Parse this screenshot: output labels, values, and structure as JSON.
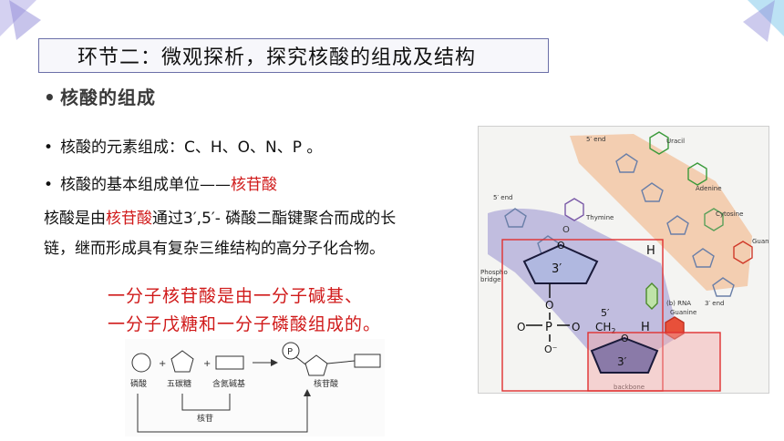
{
  "slide": {
    "title": "环节二：微观探析，探究核酸的组成及结构",
    "heading": "核酸的组成",
    "bullet_1": "核酸的元素组成：C、H、O、N、P 。",
    "bullet_2_prefix": "核酸的基本组成单位——",
    "bullet_2_highlight": "核苷酸",
    "para_prefix": "核酸是由",
    "para_highlight": "核苷酸",
    "para_suffix": "通过3′,5′- 磷酸二酯键聚合而成的长",
    "para_line2": "链，继而形成具有复杂三维结构的高分子化合物。",
    "red_line_1": "一分子核苷酸是由一分子碱基、",
    "red_line_2": "一分子戊糖和一分子磷酸组成的。"
  },
  "nucleotide_diagram": {
    "phosphate_label": "磷酸",
    "sugar_label": "五碳糖",
    "base_label": "含氮碱基",
    "nucleotide_label": "核苷酸",
    "nucleoside_label": "核苷",
    "p_symbol": "P",
    "plus_1": "+",
    "plus_2": "+"
  },
  "dna_figure": {
    "end_5_top": "5′ end",
    "end_5_left": "5′ end",
    "end_3": "3′ end",
    "uracil": "Uracil",
    "adenine": "Adenine",
    "thymine": "Thymine",
    "cytosine": "Cytosine",
    "guanine": "Guanine",
    "guanine_2": "Guanine",
    "rna": "(b) RNA",
    "phospho_label": "Phospho",
    "bridge_label": "bridge",
    "backbone": "backbone",
    "sugar_3prime_upper": "3′",
    "sugar_3prime_lower": "3′",
    "atom_h1": "H",
    "atom_h2": "H",
    "label_5prime": "5′",
    "ch2": "CH",
    "ch2_sub": "2",
    "p_atom": "P",
    "o_left": "O",
    "o_right": "O",
    "o_top": "O",
    "o_bottom": "O⁻",
    "o_ring_upper": "O",
    "o_ring_lower": "O",
    "minus_o_top": "O",
    "colors": {
      "purple_region": "#b7b3dc",
      "orange_region": "#f2c7a6",
      "highlight_red": "#e03030",
      "title_border": "#6b6fa8"
    }
  }
}
